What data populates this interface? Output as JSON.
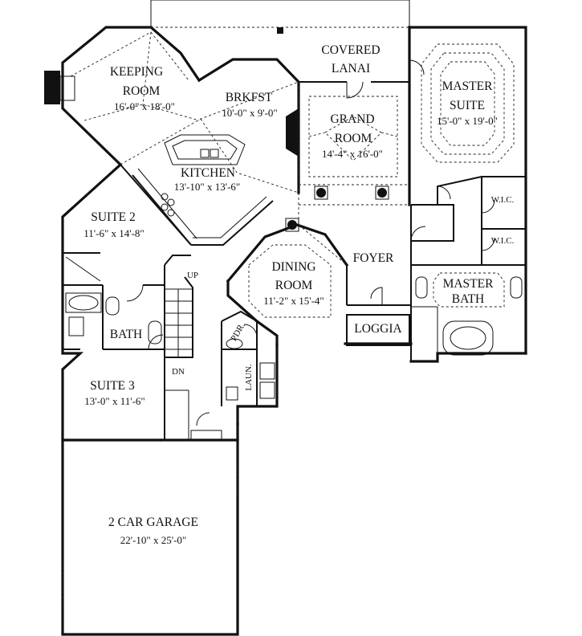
{
  "rooms": {
    "keeping": {
      "name_1": "KEEPING",
      "name_2": "ROOM",
      "dims": "16'-0\" x 18'-0\""
    },
    "covered_lanai": {
      "name_1": "COVERED",
      "name_2": "LANAI"
    },
    "master_suite": {
      "name_1": "MASTER",
      "name_2": "SUITE",
      "dims": "15'-0\" x 19'-0\""
    },
    "brkfst": {
      "name": "BRKFST",
      "dims": "10'-0\" x 9'-0\""
    },
    "grand_room": {
      "name_1": "GRAND",
      "name_2": "ROOM",
      "dims": "14'-4\" x 16'-0\""
    },
    "kitchen": {
      "name": "KITCHEN",
      "dims": "13'-10\" x 13'-6\""
    },
    "suite2": {
      "name": "SUITE 2",
      "dims": "11'-6\" x 14'-8\""
    },
    "dining": {
      "name_1": "DINING",
      "name_2": "ROOM",
      "dims": "11'-2\" x 15'-4\""
    },
    "foyer": {
      "name": "FOYER"
    },
    "wic_1": {
      "name": "W.I.C."
    },
    "wic_2": {
      "name": "W.I.C."
    },
    "master_bath": {
      "name_1": "MASTER",
      "name_2": "BATH"
    },
    "loggia": {
      "name": "LOGGIA"
    },
    "bath": {
      "name": "BATH"
    },
    "pdr": {
      "name": "PDR."
    },
    "laun": {
      "name": "LAUN."
    },
    "suite3": {
      "name": "SUITE 3",
      "dims": "13'-0\" x 11'-6\""
    },
    "garage": {
      "name": "2 CAR GARAGE",
      "dims": "22'-10\" x 25'-0\""
    }
  },
  "stairs": {
    "up": "UP",
    "down": "DN"
  }
}
